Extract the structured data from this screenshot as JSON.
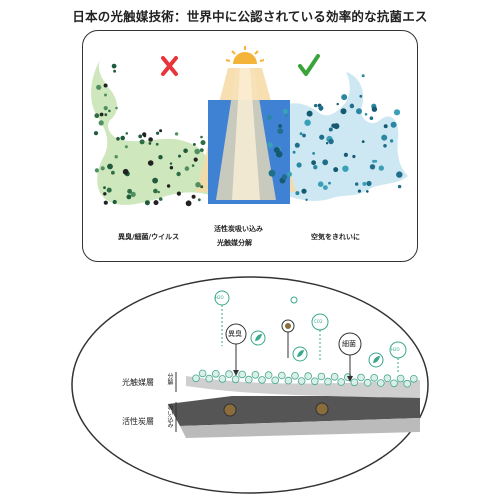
{
  "title": "日本の光触媒技術：世界中に公認されている効率的な抗菌エス",
  "top_panel": {
    "caption_left": "異臭/細菌/ウイルス",
    "caption_mid_1": "活性炭吸い込み",
    "caption_mid_2": "光触媒分解",
    "caption_right": "空気をきれいに",
    "cross_icon": "x-mark-icon",
    "check_icon": "check-mark-icon",
    "sun_icon": "light-source-icon",
    "colors": {
      "cross": "#e8343a",
      "check": "#3aa43a",
      "sun": "#f4b43a",
      "filter": "#3d7fd1",
      "dirty": "#c9e4b6",
      "clean": "#c9e7f1"
    }
  },
  "bottom_panel": {
    "callout_odor": "異臭",
    "callout_bacteria": "細菌",
    "layer_photocatalyst": "光触媒層",
    "layer_activated_carbon": "活性炭層",
    "tag_decompose": "分解",
    "tag_absorb": "吸い込み",
    "mol_h2o": "H2O",
    "mol_co2": "CO2"
  }
}
